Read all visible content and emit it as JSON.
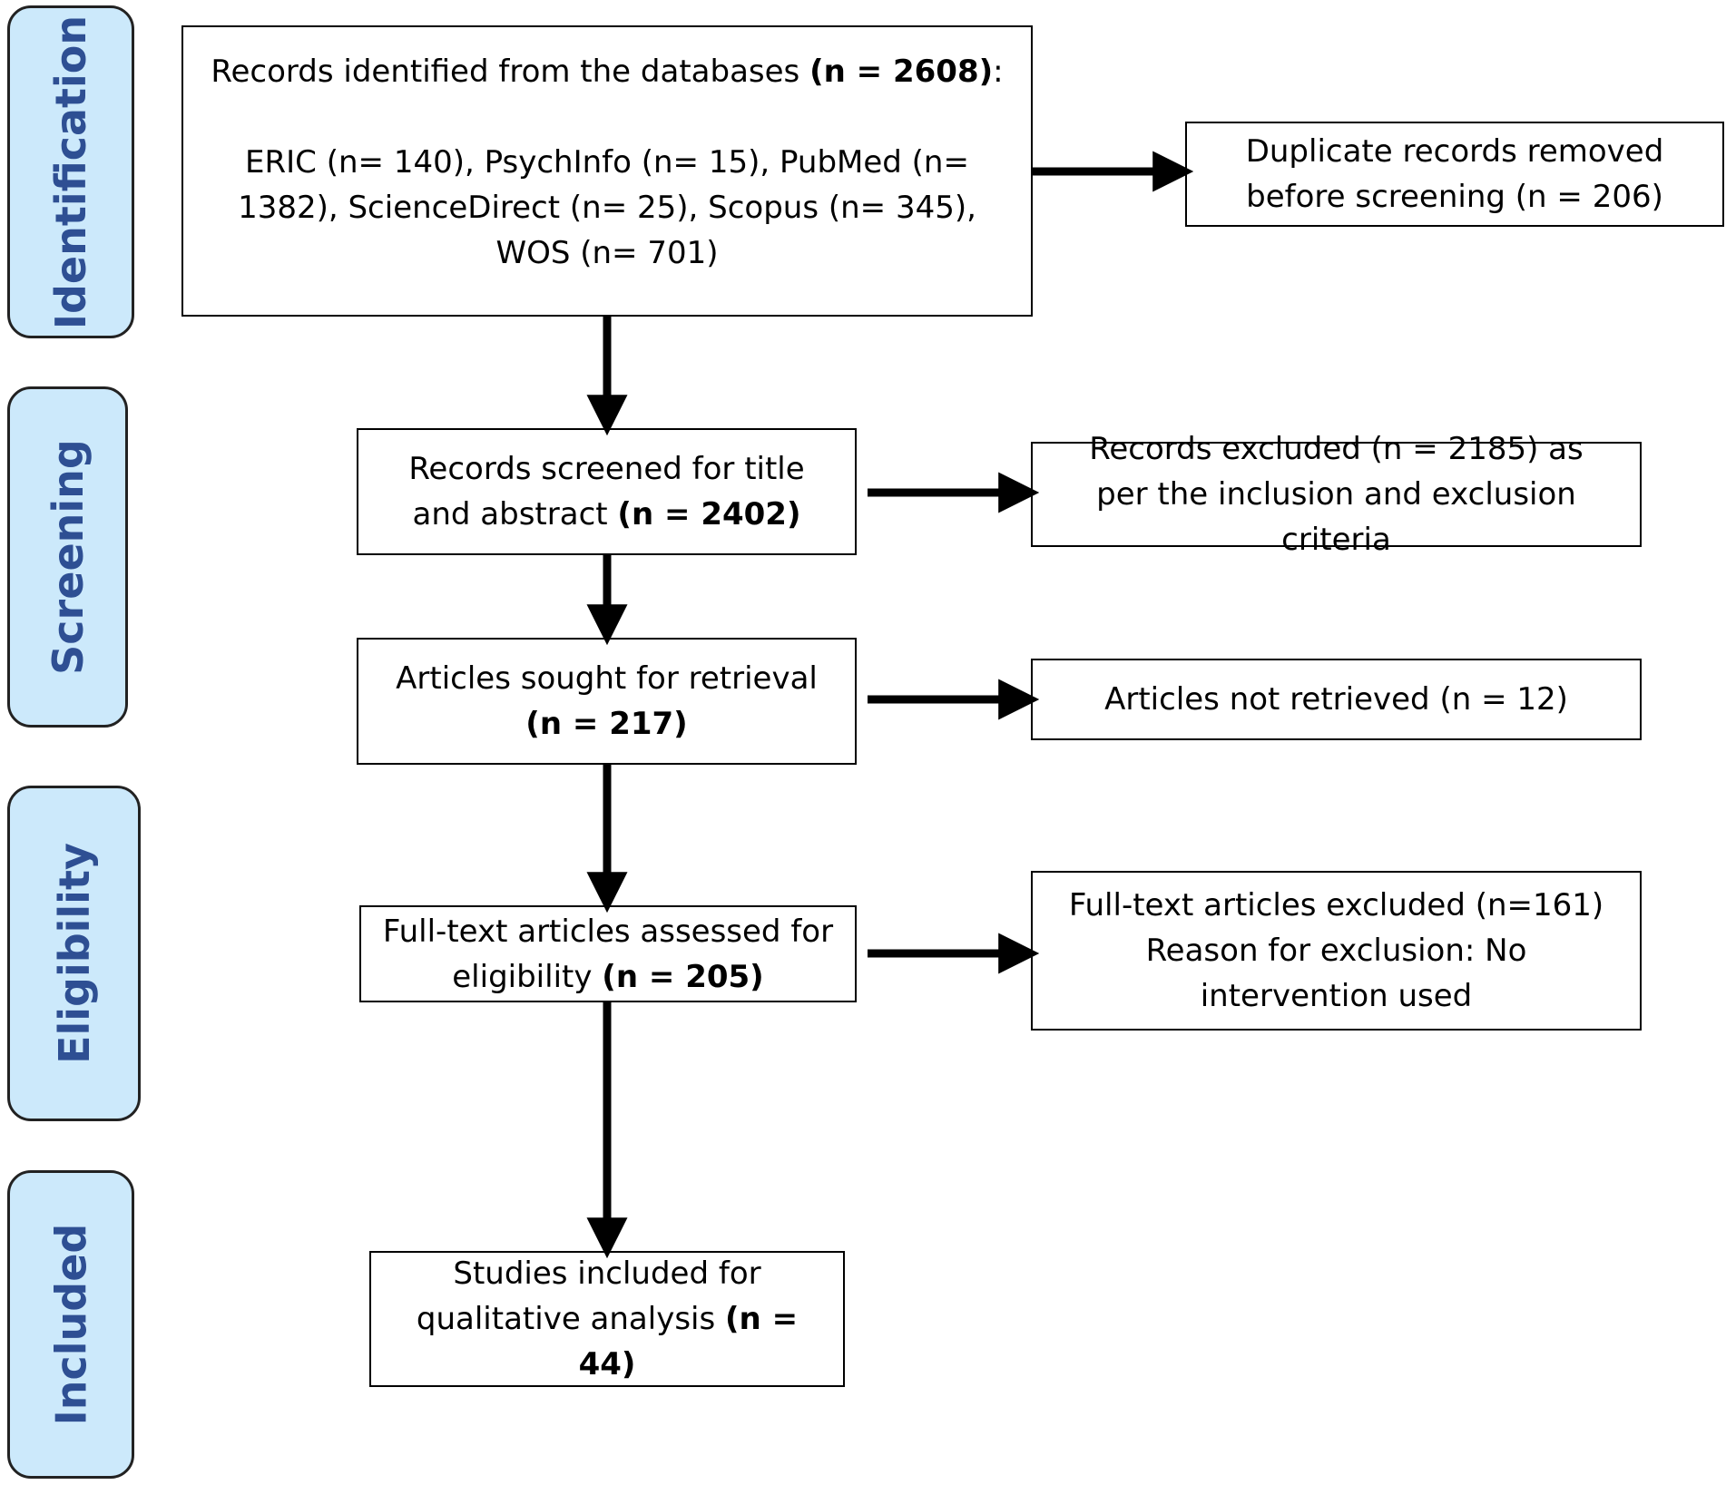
{
  "stages": {
    "identification": "Identification",
    "screening": "Screening",
    "eligibility": "Eligibility",
    "included": "Included"
  },
  "boxes": {
    "identified": {
      "line1": "Records identified from the databases ",
      "line1_bold": "(n = 2608)",
      "line1_end": ":",
      "sources": "ERIC (n= 140), PsychInfo (n= 15), PubMed (n= 1382), ScienceDirect (n= 25), Scopus (n= 345), WOS (n= 701)"
    },
    "duplicates": {
      "text": "Duplicate records removed before screening (n = 206)"
    },
    "screened": {
      "text": "Records screened for title and abstract ",
      "bold": "(n = 2402)"
    },
    "excluded": {
      "text": "Records excluded (n = 2185) as per the inclusion and exclusion criteria"
    },
    "sought": {
      "text": "Articles sought for retrieval",
      "bold": "(n = 217)"
    },
    "not_retrieved": {
      "text": "Articles not retrieved (n = 12)"
    },
    "assessed": {
      "text": "Full-text articles assessed for eligibility ",
      "bold": "(n = 205)"
    },
    "fulltext_excluded": {
      "line1": "Full-text articles excluded (n=161)",
      "line2": "Reason for exclusion: No intervention used"
    },
    "included": {
      "text": "Studies included for qualitative analysis ",
      "bold": "(n = 44)"
    }
  },
  "colors": {
    "stage_fill": "#cce9fb",
    "stage_text": "#2e4f93",
    "arrow": "#000000"
  }
}
